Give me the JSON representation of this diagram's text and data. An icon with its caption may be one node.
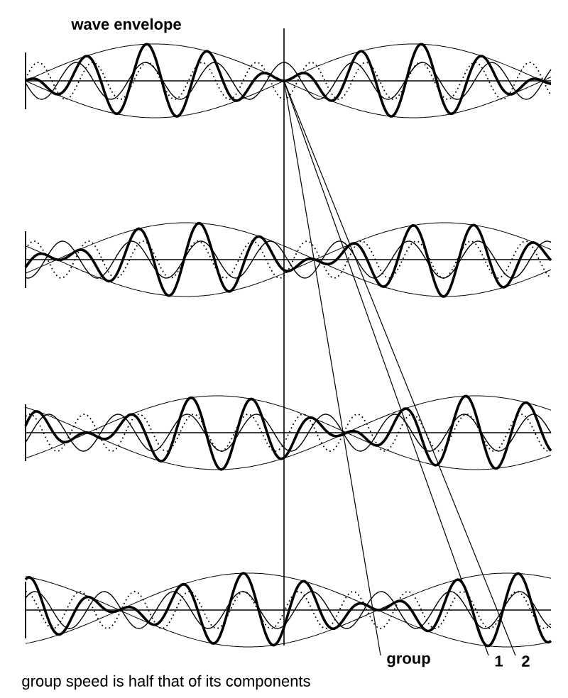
{
  "diagram": {
    "caption": "group speed is half that of its components",
    "labels": [
      "wave envelope",
      "group",
      "1",
      "2"
    ]
  }
}
